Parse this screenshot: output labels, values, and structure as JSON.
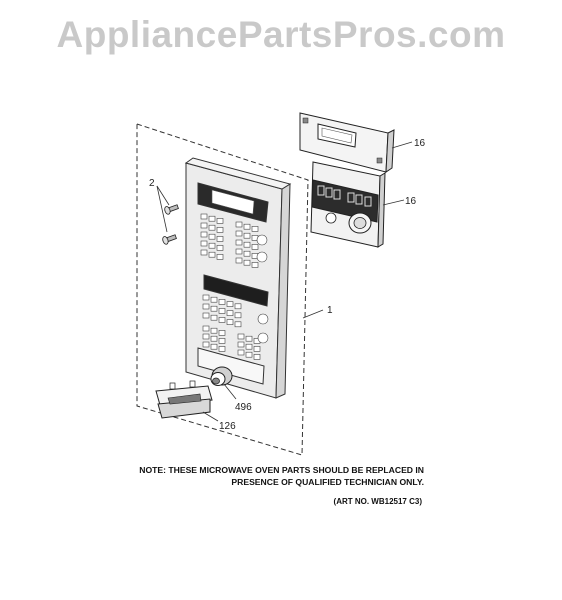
{
  "watermark": "AppliancePartsPros.com",
  "callouts": {
    "screws": "2",
    "board_top": "16",
    "board_display": "16",
    "panel": "1",
    "knob": "496",
    "handle": "126"
  },
  "note": {
    "line1": "NOTE: THESE MICROWAVE OVEN PARTS SHOULD BE REPLACED IN",
    "line2": "PRESENCE OF QUALIFIED TECHNICIAN ONLY."
  },
  "art_number": "(ART NO. WB12517 C3)",
  "colors": {
    "line": "#333333",
    "watermark": "#c9c9c9",
    "panel_fill": "#ececec"
  }
}
